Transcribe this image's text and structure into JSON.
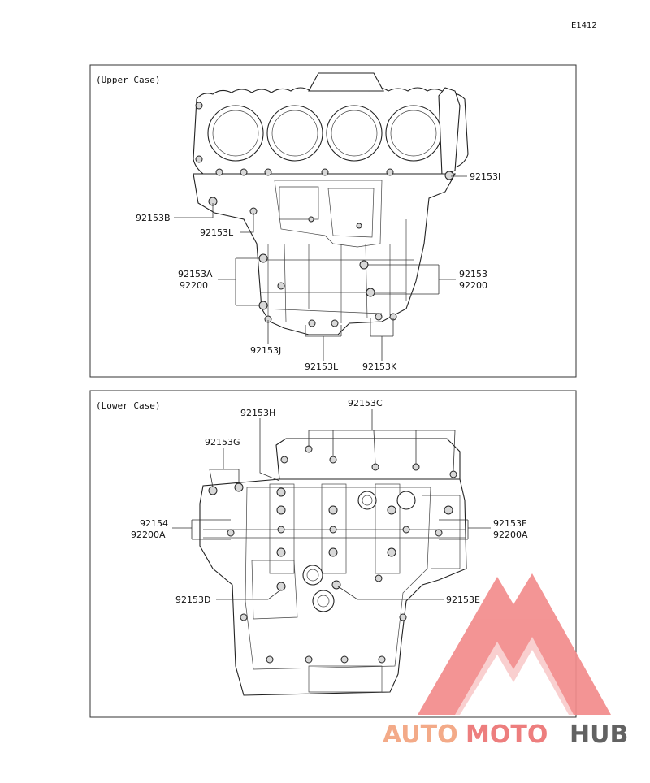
{
  "diagram_code": "E1412",
  "upper": {
    "caption": "(Upper Case)",
    "labels": {
      "l_92153I": "92153I",
      "l_92153B": "92153B",
      "l_92153L_a": "92153L",
      "l_92153A": "92153A",
      "l_92200_left": "92200",
      "l_92153_right": "92153",
      "l_92200_right": "92200",
      "l_92153J": "92153J",
      "l_92153L_b": "92153L",
      "l_92153K": "92153K"
    }
  },
  "lower": {
    "caption": "(Lower Case)",
    "labels": {
      "l_92153H": "92153H",
      "l_92153C": "92153C",
      "l_92153G": "92153G",
      "l_92154": "92154",
      "l_92200A_left": "92200A",
      "l_92153F": "92153F",
      "l_92200A_right": "92200A",
      "l_92153D": "92153D",
      "l_92153E": "92153E"
    }
  },
  "watermark": {
    "part1": "AUTO",
    "part2": "MOTO",
    "part3": "HUB",
    "color_auto": "#f3a37e",
    "color_moto": "#ec7474",
    "color_hub": "#555555"
  }
}
